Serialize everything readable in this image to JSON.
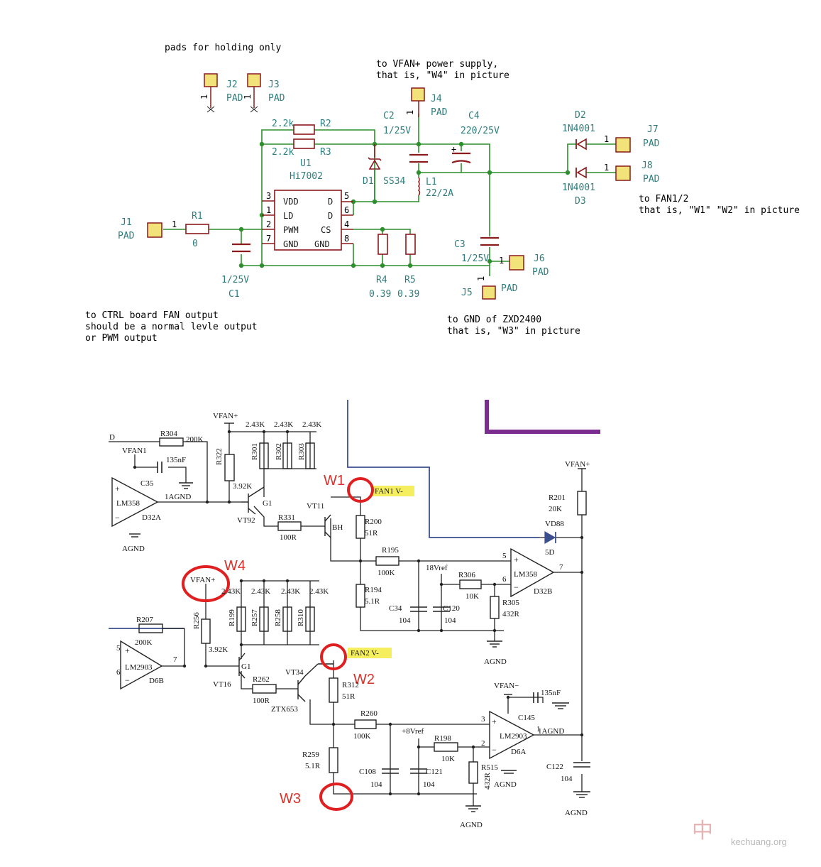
{
  "top_schematic": {
    "notes": {
      "pads_holding": "pads for holding only",
      "vfan_line1": "to VFAN+ power supply,",
      "vfan_line2": "that is, \"W4\" in picture",
      "fan_line1": "to FAN1/2",
      "fan_line2": "that is, \"W1\" \"W2\" in picture",
      "gnd_line1": "to GND of ZXD2400",
      "gnd_line2": "that is, \"W3\" in picture",
      "ctrl_line1": "to CTRL board FAN output",
      "ctrl_line2": "should be a normal levle output",
      "ctrl_line3": "or PWM output"
    },
    "pads": {
      "j1": "J1",
      "j2": "J2",
      "j3": "J3",
      "j4": "J4",
      "j5": "J5",
      "j6": "J6",
      "j7": "J7",
      "j8": "J8",
      "pad": "PAD",
      "pin1": "1"
    },
    "parts": {
      "r1": "R1",
      "r1_val": "0",
      "r2": "R2",
      "r2_val": "2.2k",
      "r3": "R3",
      "r3_val": "2.2k",
      "r4": "R4",
      "r4_val": "0.39",
      "r5": "R5",
      "r5_val": "0.39",
      "c1": "C1",
      "c1_val": "1/25V",
      "c2": "C2",
      "c2_val": "1/25V",
      "c3": "C3",
      "c3_val": "1/25V",
      "c4": "C4",
      "c4_val": "220/25V",
      "d1": "D1",
      "d1_val": "SS34",
      "d2": "D2",
      "d2_val": "1N4001",
      "d3": "D3",
      "d3_val": "1N4001",
      "l1": "L1",
      "l1_val": "22/2A",
      "u1": "U1",
      "u1_val": "Hi7002"
    },
    "ic_pins": {
      "vdd": "VDD",
      "ld": "LD",
      "pwm": "PWM",
      "gnd": "GND",
      "d": "D",
      "cs": "CS",
      "n3": "3",
      "n1": "1",
      "n2": "2",
      "n7": "7",
      "n5": "5",
      "n6": "6",
      "n4": "4",
      "n8": "8"
    }
  },
  "bottom_schematic": {
    "markers": {
      "w1": "W1",
      "w2": "W2",
      "w3": "W3",
      "w4": "W4"
    },
    "nets": {
      "vfan_plus": "VFAN+",
      "vfan1": "VFAN1",
      "vfan_minus": "VFAN−",
      "agnd": "AGND",
      "agnd1": "1AGND",
      "fan1": "FAN1 V-",
      "fan2": "FAN2 V-",
      "vref8": "+8Vref",
      "vref8b": "18Vref",
      "d_in": "D"
    },
    "labels": {
      "r304": "R304",
      "r304_v": "200K",
      "r322": "R322",
      "r322_v": "3.92K",
      "r301": "R301",
      "r302": "R302",
      "r303": "R303",
      "r243": "2.43K",
      "r331": "R331",
      "r331_v": "100R",
      "r200": "R200",
      "r200_v": "51R",
      "r195": "R195",
      "r195_v": "100K",
      "r194": "R194",
      "r194_v": "5.1R",
      "r306": "R306",
      "r306_v": "10K",
      "r305": "R305",
      "r305_v": "432R",
      "r201": "R201",
      "r201_v": "20K",
      "r207": "R207",
      "r207_v": "200K",
      "r256": "R256",
      "r256_v": "3.92K",
      "r199": "R199",
      "r257": "R257",
      "r258": "R258",
      "r310": "R310",
      "r262": "R262",
      "r262_v": "100R",
      "r312": "R312",
      "r312_v": "51R",
      "r260": "R260",
      "r260_v": "100K",
      "r259": "R259",
      "r259_v": "5.1R",
      "r198": "R198",
      "r198_v": "10K",
      "r515": "R515",
      "r515_v": "432R",
      "c35": "C35",
      "c35_v": "135nF",
      "c34": "C34",
      "c120": "C120",
      "c108": "C108",
      "c121": "C121",
      "c145": "C145",
      "c145_v": "135nF",
      "c122": "C122",
      "c_v": "104",
      "lm358": "LM358",
      "d32a": "D32A",
      "d32b": "D32B",
      "lm2903": "LM2903",
      "d6b": "D6B",
      "d6a": "D6A",
      "vt92": "VT92",
      "vt11": "VT11",
      "vt16": "VT16",
      "vt34": "VT34",
      "g1": "G1",
      "bh": "BH",
      "ztx653": "ZTX653",
      "vd88": "VD88",
      "vd_v": "5D",
      "p5": "5",
      "p6": "6",
      "p7": "7",
      "p3": "3",
      "p2": "2",
      "p1": "1",
      "plus": "+",
      "minus": "−"
    },
    "watermark": {
      "text": "kechuang.org",
      "logo": "中"
    }
  },
  "colors": {
    "wire": "#2d8f2d",
    "component": "#8b1a1a",
    "pad_fill": "#f2e27a",
    "junction": "#2d8f2d",
    "red_marker": "#e02020",
    "purple": "#7a2d8f",
    "blue": "#3b4f8e",
    "highlight": "#f5ef60"
  }
}
